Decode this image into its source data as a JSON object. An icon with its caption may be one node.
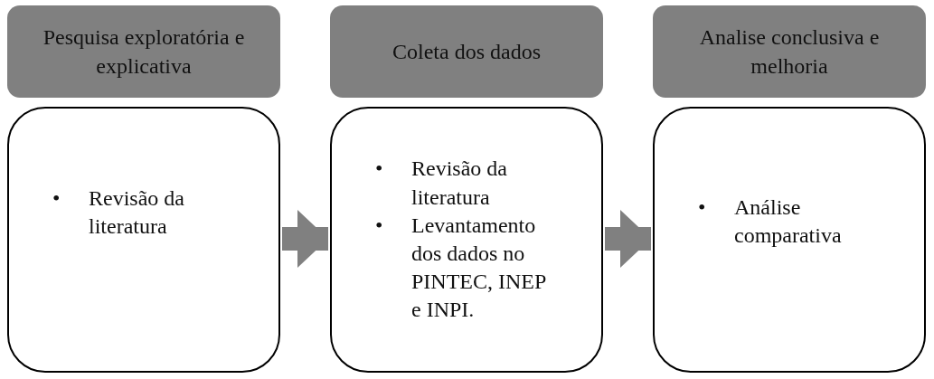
{
  "diagram": {
    "nodes": [
      {
        "text": [
          "Pesquisa exploratória e explicativa"
        ]
      },
      {
        "text": [
          "•",
          "Revisão da literatura"
        ]
      },
      {
        "text": [
          "Coleta dos dados"
        ]
      },
      {
        "text": [
          "•",
          "Revisão da literatura",
          "•",
          "Levantamento dos dados no PINTEC, INEP e INPI."
        ]
      },
      {
        "text": [
          "Analise conclusiva e melhoria"
        ]
      },
      {
        "text": [
          "•",
          "Análise comparativa"
        ]
      }
    ],
    "edges": [
      {
        "from": 1,
        "to": 3,
        "arrow": "to"
      },
      {
        "from": 3,
        "to": 5,
        "arrow": "to"
      }
    ]
  }
}
